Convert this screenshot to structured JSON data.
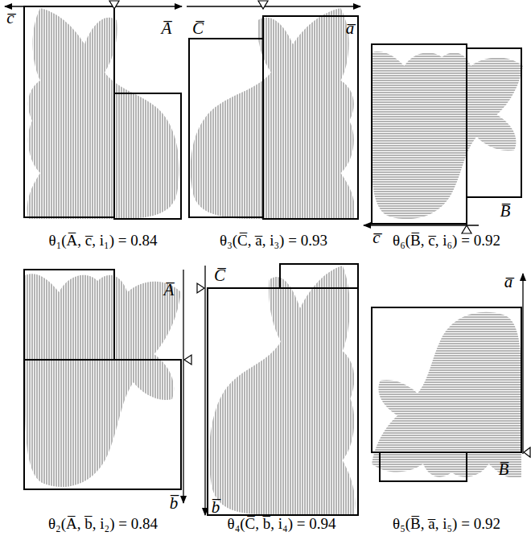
{
  "diagram": {
    "labels": [
      "c̅",
      "A̅",
      "θ₁(A̅, c̅, i₁) = 0.84",
      "C̅",
      "a̅",
      "θ₃(C̅, a̅, i₃) = 0.93",
      "B̅",
      "c̅",
      "θ₆(B̅, c̅, i₆) = 0.92",
      "A̅",
      "b̅",
      "θ₂(A̅, b̅, i₂) = 0.84",
      "C̅",
      "b̅",
      "θ₄(C̅, b̅, i₄) = 0.94",
      "a̅",
      "B̅",
      "θ₅(B̅, a̅, i₅) = 0.92"
    ]
  }
}
